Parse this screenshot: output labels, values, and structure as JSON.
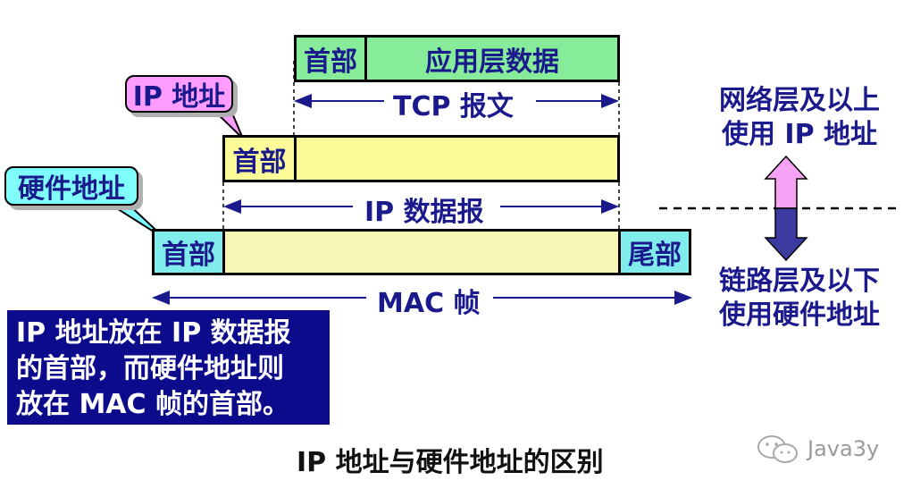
{
  "tcp": {
    "header": "首部",
    "data": "应用层数据",
    "label": "TCP 报文"
  },
  "ip": {
    "header": "首部",
    "label": "IP 数据报",
    "callout": "IP 地址"
  },
  "mac": {
    "header": "首部",
    "trailer": "尾部",
    "label": "MAC 帧",
    "callout": "硬件地址"
  },
  "note": {
    "lines": [
      "IP 地址放在 IP 数据报",
      "的首部，而硬件地址则",
      "放在 MAC 帧的首部。"
    ]
  },
  "side": {
    "upper": [
      "网络层及以上",
      "使用 IP 地址"
    ],
    "lower": [
      "链路层及以下",
      "使用硬件地址"
    ]
  },
  "caption": "IP 地址与硬件地址的区别",
  "watermark": "Java3y",
  "colors": {
    "accent": "#1a1a8c",
    "tcp_fill": "#87ec9a",
    "ip_fill": "#fbfb98",
    "mac_fill": "#80ecec",
    "up_arrow": "#f5a3f5",
    "down_arrow": "#3a3aa0",
    "note_bg": "#0b0b8c"
  }
}
